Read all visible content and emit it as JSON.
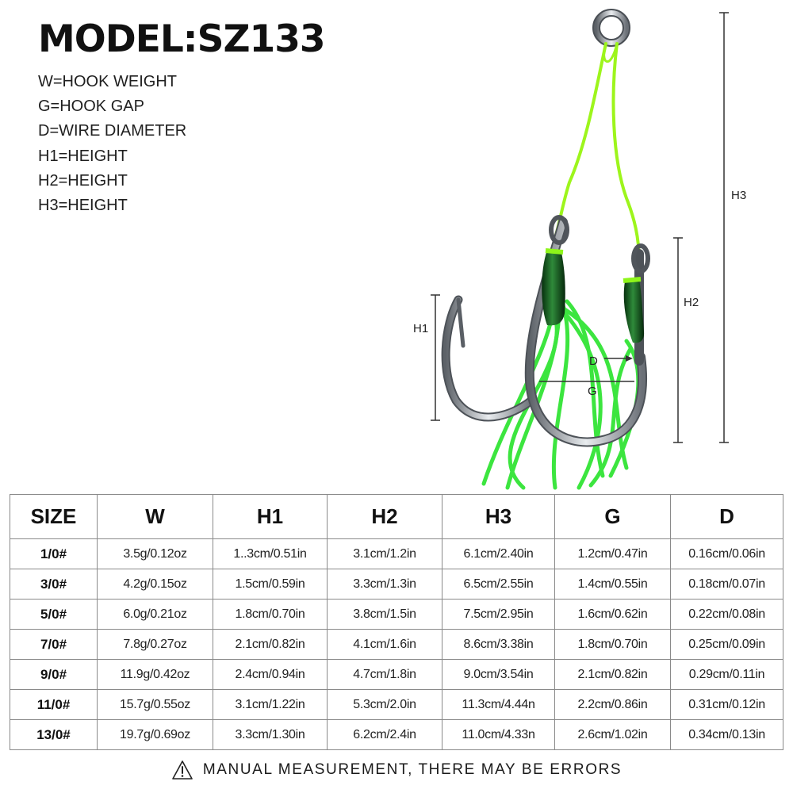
{
  "title": "MODEL:SZ133",
  "legend": [
    "W=HOOK WEIGHT",
    "G=HOOK GAP",
    "D=WIRE DIAMETER",
    "H1=HEIGHT",
    "H2=HEIGHT",
    "H3=HEIGHT"
  ],
  "diagram": {
    "labels": {
      "h1": "H1",
      "h2": "H2",
      "h3": "H3",
      "d": "D",
      "g": "G"
    },
    "colors": {
      "line": "#7cf500",
      "skirt": "#22e52a",
      "tube": "#0f5a1c",
      "steel": "#9aa0a6"
    }
  },
  "table": {
    "headers": [
      "SIZE",
      "W",
      "H1",
      "H2",
      "H3",
      "G",
      "D"
    ],
    "rows": [
      [
        "1/0#",
        "3.5g/0.12oz",
        "1..3cm/0.51in",
        "3.1cm/1.2in",
        "6.1cm/2.40in",
        "1.2cm/0.47in",
        "0.16cm/0.06in"
      ],
      [
        "3/0#",
        "4.2g/0.15oz",
        "1.5cm/0.59in",
        "3.3cm/1.3in",
        "6.5cm/2.55in",
        "1.4cm/0.55in",
        "0.18cm/0.07in"
      ],
      [
        "5/0#",
        "6.0g/0.21oz",
        "1.8cm/0.70in",
        "3.8cm/1.5in",
        "7.5cm/2.95in",
        "1.6cm/0.62in",
        "0.22cm/0.08in"
      ],
      [
        "7/0#",
        "7.8g/0.27oz",
        "2.1cm/0.82in",
        "4.1cm/1.6in",
        "8.6cm/3.38in",
        "1.8cm/0.70in",
        "0.25cm/0.09in"
      ],
      [
        "9/0#",
        "11.9g/0.42oz",
        "2.4cm/0.94in",
        "4.7cm/1.8in",
        "9.0cm/3.54in",
        "2.1cm/0.82in",
        "0.29cm/0.11in"
      ],
      [
        "11/0#",
        "15.7g/0.55oz",
        "3.1cm/1.22in",
        "5.3cm/2.0in",
        "11.3cm/4.44n",
        "2.2cm/0.86in",
        "0.31cm/0.12in"
      ],
      [
        "13/0#",
        "19.7g/0.69oz",
        "3.3cm/1.30in",
        "6.2cm/2.4in",
        "11.0cm/4.33n",
        "2.6cm/1.02in",
        "0.34cm/0.13in"
      ]
    ]
  },
  "footer": {
    "warning": "MANUAL MEASUREMENT, THERE MAY BE ERRORS",
    "icon": "warning-triangle-icon"
  }
}
